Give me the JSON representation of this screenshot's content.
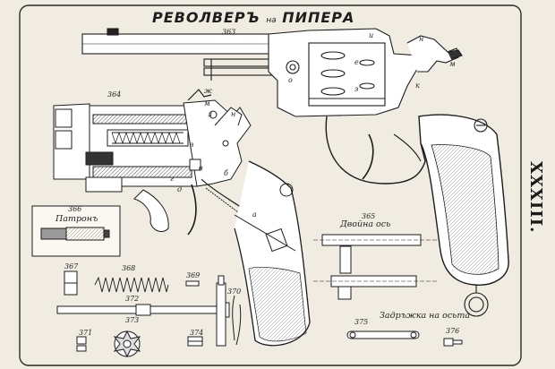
{
  "plate": {
    "title_main": "РЕВОЛВЕРЪ",
    "title_small": "на",
    "title_name": "ПИПЕРА",
    "plate_number": "XXXIII.",
    "labels": {
      "l363": "363",
      "l364": "364",
      "l365": "365",
      "l366": "366",
      "l366_caption": "Патронъ",
      "l365_caption": "Двойна ось",
      "l367": "367",
      "l368": "368",
      "l369": "369",
      "l370": "370",
      "l371": "371",
      "l372": "372",
      "l373": "373",
      "l374": "374",
      "l375": "375",
      "l375_caption": "Задръжка на осьта",
      "l376": "376"
    },
    "letter_labels": {
      "a": "а",
      "b": "б",
      "v": "в",
      "g": "г",
      "d": "д",
      "e": "е",
      "zh": "ж",
      "z": "з",
      "i": "и",
      "k": "к",
      "l": "л",
      "m": "м",
      "n": "н",
      "o": "о"
    },
    "colors": {
      "paper": "#f1ece2",
      "ink": "#1c1c1c"
    }
  }
}
